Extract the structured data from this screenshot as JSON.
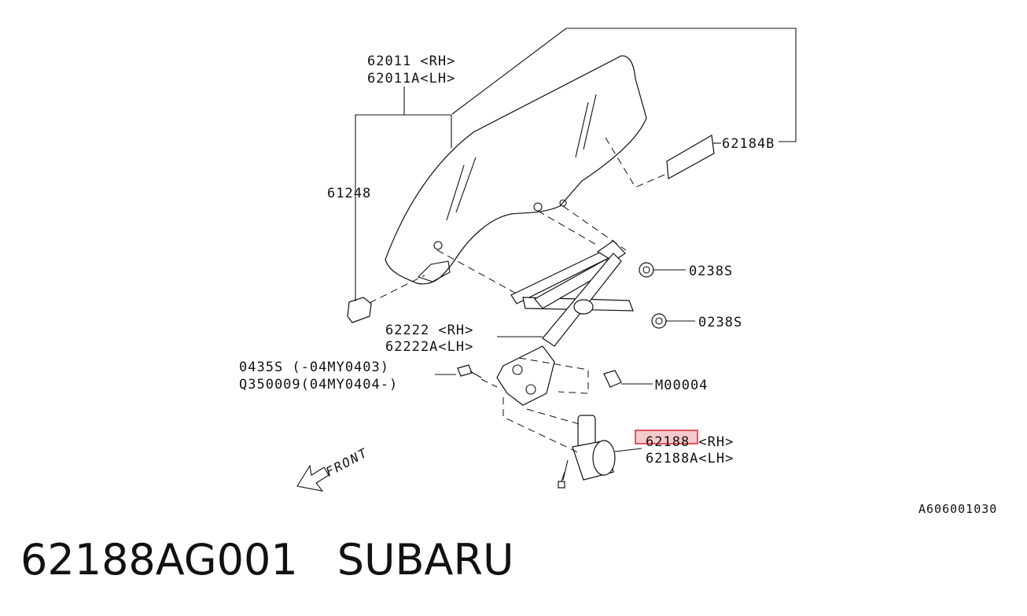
{
  "callouts": {
    "glass_rh": "62011 <RH>",
    "glass_lh": "62011A<LH>",
    "holder": "61248",
    "tape": "62184B",
    "nut_top": "0238S",
    "nut_mid": "0238S",
    "regulator_rh": "62222 <RH>",
    "regulator_lh": "62222A<LH>",
    "bolt_early": "0435S  (-04MY0403)",
    "bolt_late": "Q350009(04MY0404-)",
    "screw": "M00004",
    "motor_rh": "62188 <RH>",
    "motor_lh": "62188A<LH>"
  },
  "front_label": "FRONT",
  "diagram_code": "A606001030",
  "caption": {
    "part_number": "62188AG001",
    "brand": "SUBARU"
  },
  "colors": {
    "highlight_fill": "#f6c9cc",
    "highlight_border": "#e0262f",
    "line": "#111111"
  }
}
